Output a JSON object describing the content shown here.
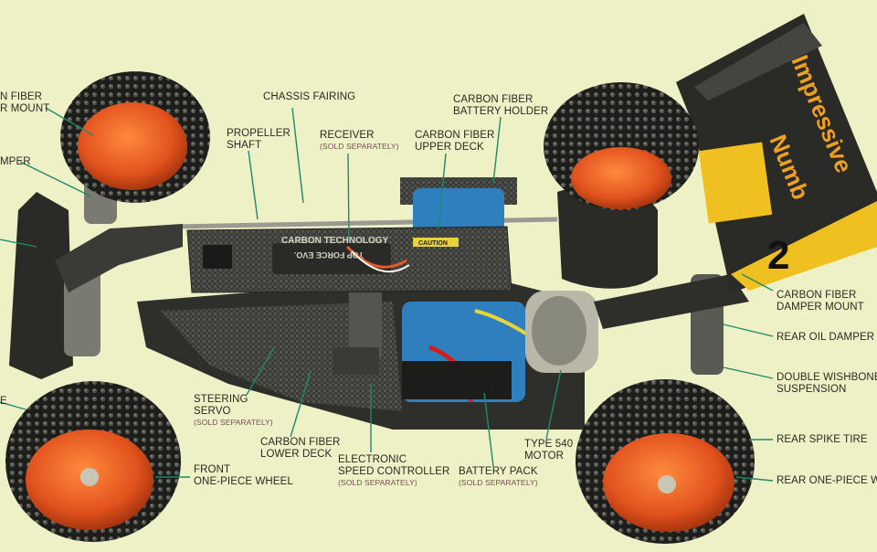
{
  "colors": {
    "background": "#eef0c6",
    "leader_line": "#1f8a6a",
    "wheel_orange": "#e2521e",
    "wing_yellow": "#f0c020",
    "battery_blue": "#2f7fbf"
  },
  "car": {
    "deck_text": "CARBON TECHNOLOGY",
    "deck_text_2": "TOP FORCE EVO.",
    "caution_text": "CAUTION",
    "wing_text_1": "Impressive",
    "wing_text_2": "Numb",
    "wing_number": "2"
  },
  "labels": {
    "front_fiber_mount": [
      "N FIBER",
      "R MOUNT"
    ],
    "front_damper": "MPER",
    "front_left_edge": "",
    "front_left_edge_e": "E",
    "chassis_fairing": "CHASSIS FAIRING",
    "propeller_shaft": [
      "PROPELLER",
      "SHAFT"
    ],
    "receiver": "RECEIVER",
    "receiver_sub": "(SOLD SEPARATELY)",
    "battery_holder": [
      "CARBON FIBER",
      "BATTERY HOLDER"
    ],
    "upper_deck": [
      "CARBON FIBER",
      "UPPER DECK"
    ],
    "steering_servo": [
      "STEERING",
      "SERVO"
    ],
    "steering_servo_sub": "(SOLD SEPARATELY)",
    "lower_deck": [
      "CARBON FIBER",
      "LOWER DECK"
    ],
    "front_wheel": [
      "FRONT",
      "ONE-PIECE WHEEL"
    ],
    "esc": [
      "ELECTRONIC",
      "SPEED CONTROLLER"
    ],
    "esc_sub": "(SOLD SEPARATELY)",
    "battery_pack": "BATTERY PACK",
    "battery_pack_sub": "(SOLD SEPARATELY)",
    "motor": [
      "TYPE 540",
      "MOTOR"
    ],
    "rear_damper_mount": [
      "CARBON FIBER",
      "DAMPER MOUNT"
    ],
    "rear_oil_damper": "REAR OIL DAMPER",
    "wishbone": [
      "DOUBLE WISHBONE",
      "SUSPENSION"
    ],
    "rear_spike_tire": "REAR SPIKE TIRE",
    "rear_wheel": "REAR ONE-PIECE WHE"
  }
}
